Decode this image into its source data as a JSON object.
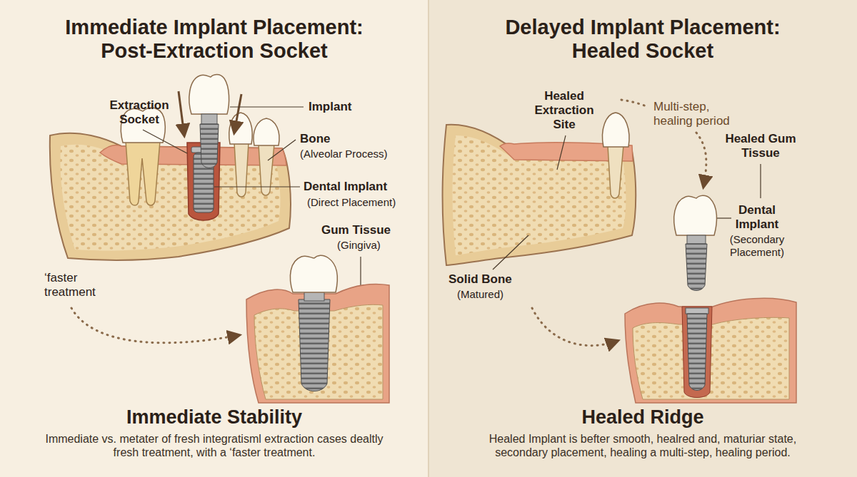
{
  "diagram": {
    "nodes": [
      {
        "text": [
          "Immediate Implant Placement: Post-Extraction Socket",
          "Immediate Stability",
          "Immediate vs. metater of fresh integratisml extraction cases dealtly fresh treatment, with a ‘faster treatment."
        ]
      },
      {
        "text": [
          "Delayed Implant Placement: Healed Socket",
          "Healed Ridge",
          "Healed Implant is befter smooth, healred and, maturiar state, secondary placement, healing a multi-step, healing period."
        ]
      }
    ],
    "labels": [
      "Extraction Socket",
      "Implant",
      "Bone",
      "(Alveolar Process)",
      "Dental Implant",
      "(Direct Placement)",
      "Gum Tissue",
      "(Gingiva)",
      "‘faster treatment",
      "Healed Extraction Site",
      "Multi-step, healing period",
      "Healed Gum Tissue",
      "Dental Implant",
      "(Secondary Placement)",
      "Solid Bone",
      "(Matured)"
    ]
  }
}
